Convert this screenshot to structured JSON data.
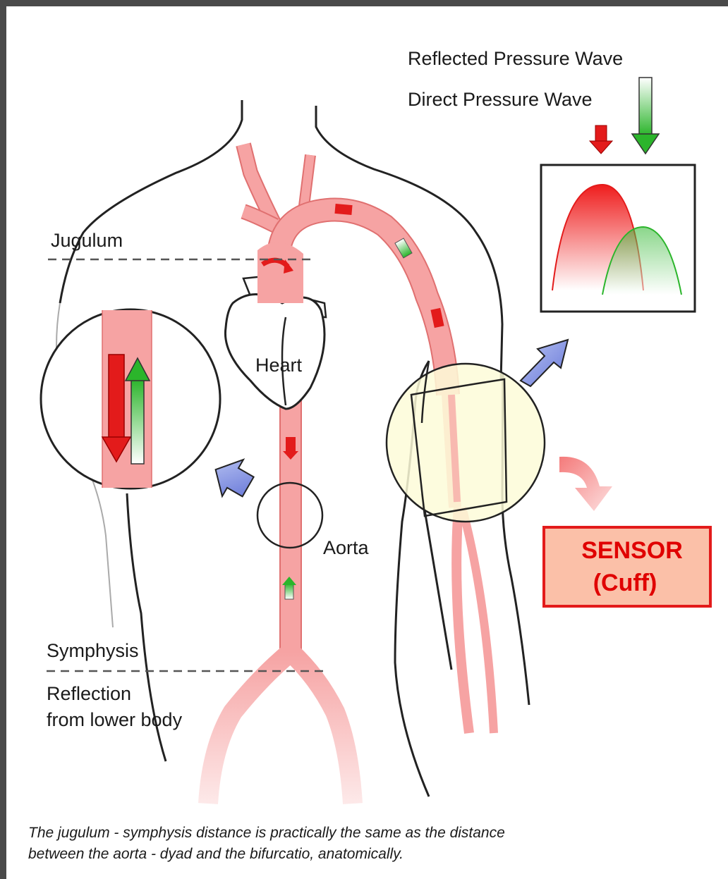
{
  "labels": {
    "reflected_wave": "Reflected Pressure Wave",
    "direct_wave": "Direct Pressure Wave",
    "jugulum": "Jugulum",
    "heart": "Heart",
    "aorta": "Aorta",
    "symphysis": "Symphysis",
    "reflection_line1": "Reflection",
    "reflection_line2": "from lower body"
  },
  "sensor": {
    "line1": "SENSOR",
    "line2": "(Cuff)"
  },
  "caption": {
    "line1": "The  jugulum  -  symphysis distance is practically the same as the distance",
    "line2": "between the aorta  -  dyad and the bifurcatio, anatomically."
  },
  "colors": {
    "artery": "#f6a3a3",
    "artery_edge": "#e07070",
    "direct_wave": "#e31b1b",
    "reflected_wave": "#2db52d",
    "cuff_highlight": "#fdfbd8",
    "sensor_border": "#e31b1b",
    "sensor_fill": "#fbc0a8",
    "hint_arrow": "#7f8fe0"
  }
}
